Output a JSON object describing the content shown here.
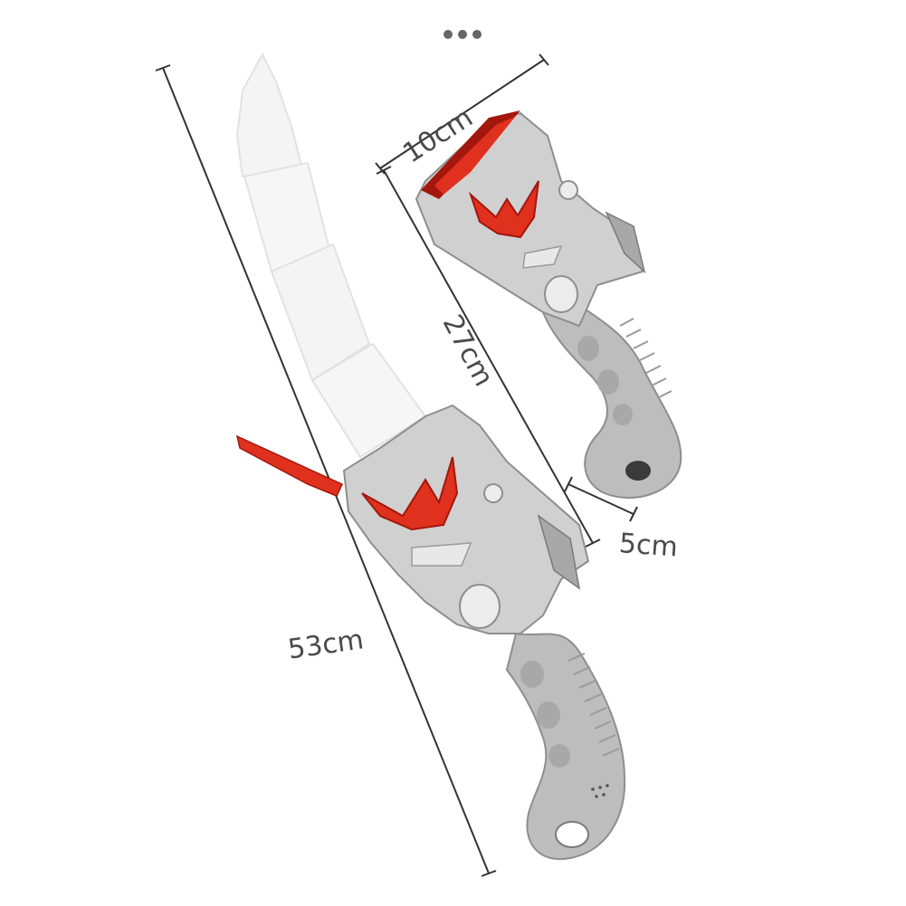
{
  "dimensions": {
    "short_width": "10cm",
    "short_length": "27cm",
    "handle_width": "5cm",
    "full_length": "53cm"
  },
  "colors": {
    "blade": "#f4f4f4",
    "blade_shadow": "#e2e2e2",
    "silver": "#c9c9c9",
    "silver_dark": "#8e8e8e",
    "silver_light": "#ececec",
    "red_gem": "#e0301e",
    "red_dark": "#a3170d",
    "text": "#4a4a4a",
    "line": "#333333"
  },
  "icons": {
    "more": "more-dots-icon"
  }
}
